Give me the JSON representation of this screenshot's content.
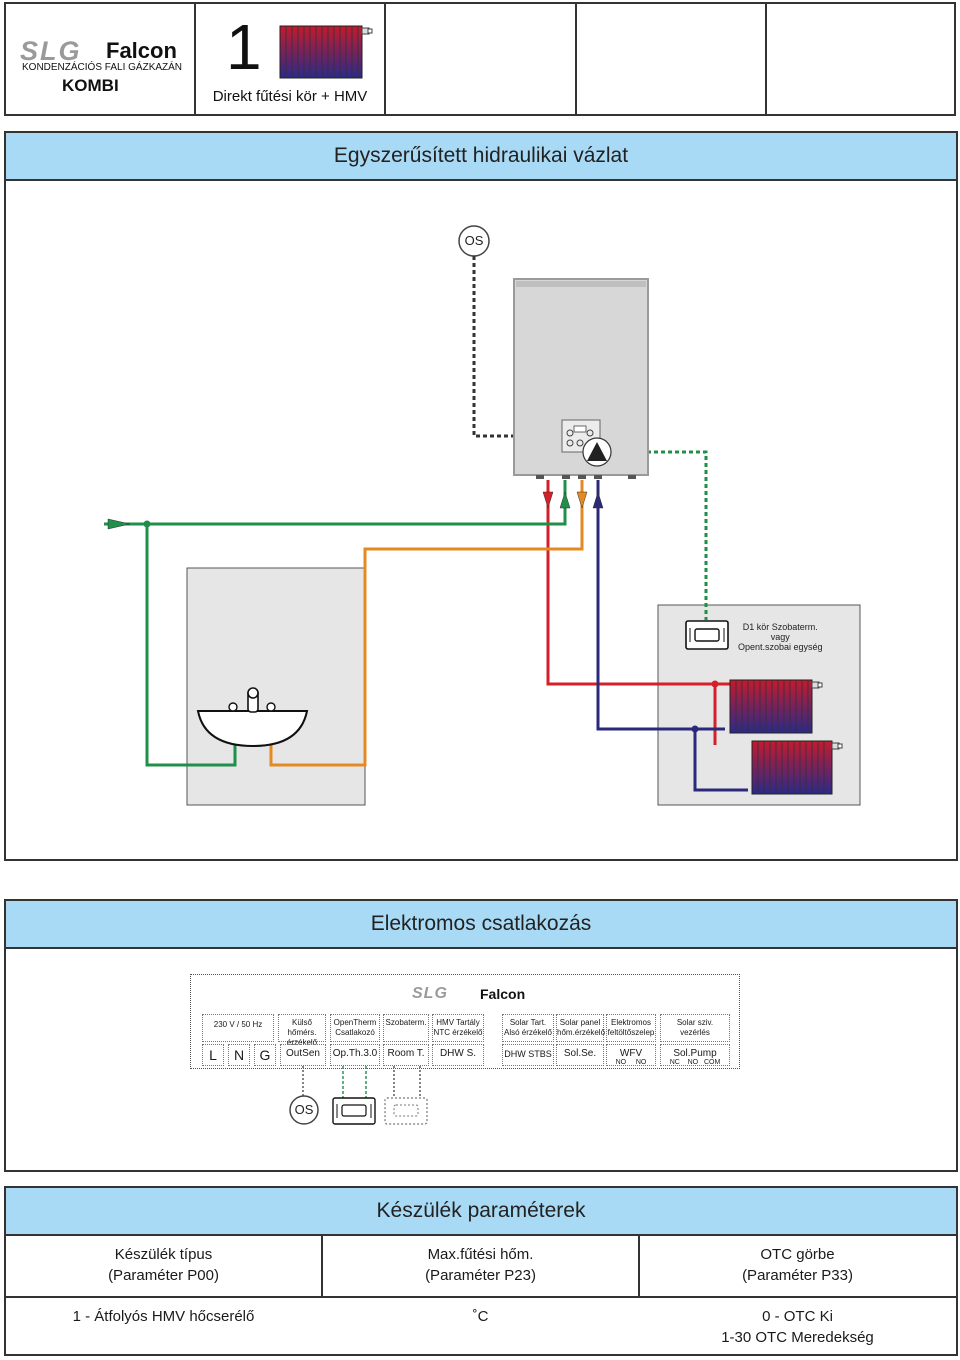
{
  "header": {
    "brand_prefix": "SLG",
    "brand_name": "Falcon",
    "subtitle_line1": "KONDENZÁCIÓS FALI GÁZKAZÁN",
    "subtitle_line2": "KOMBI",
    "scheme_number": "1",
    "scheme_title": "Direkt fűtési kör + HMV"
  },
  "hydraulic": {
    "title": "Egyszerűsített hidraulikai vázlat",
    "outdoor_sensor_label": "OS",
    "room_unit_line1": "D1 kör Szobaterm.",
    "room_unit_line2": "vagy",
    "room_unit_line3": "Opent.szobai egység"
  },
  "electrical": {
    "title": "Elektromos csatlakozás",
    "brand_prefix": "SLG",
    "brand_name": "Falcon",
    "top_labels": [
      {
        "line1": "230 V / 50 Hz",
        "line2": ""
      },
      {
        "line1": "Külső hőmérs.",
        "line2": "érzékelő"
      },
      {
        "line1": "OpenTherm",
        "line2": "Csatlakozó"
      },
      {
        "line1": "Szobaterm.",
        "line2": ""
      },
      {
        "line1": "HMV Tartály",
        "line2": "NTC érzékelő"
      },
      {
        "line1": "Solar Tart.",
        "line2": "Alsó érzékelő"
      },
      {
        "line1": "Solar panel",
        "line2": "hőm.érzékelő"
      },
      {
        "line1": "Elektromos",
        "line2": "feltöltőszelep"
      },
      {
        "line1": "Solar sziv.",
        "line2": "vezérlés"
      }
    ],
    "terminals": [
      "L",
      "N",
      "G",
      "OutSen",
      "Op.Th.3.0",
      "Room T.",
      "DHW S.",
      "DHW STBS",
      "Sol.Se.",
      "WFV",
      "Sol.Pump"
    ],
    "wfv_subs": [
      "NO",
      "NO"
    ],
    "solpump_subs": [
      "NC",
      "NO",
      "COM"
    ],
    "os_label": "OS"
  },
  "parameters": {
    "title": "Készülék paraméterek",
    "columns": [
      {
        "head1": "Készülék típus",
        "head2": "(Paraméter P00)",
        "val1": "1 - Átfolyós HMV hőcserélő",
        "val2": ""
      },
      {
        "head1": "Max.fűtési hőm.",
        "head2": "(Paraméter P23)",
        "val1": "˚C",
        "val2": ""
      },
      {
        "head1": "OTC görbe",
        "head2": "(Paraméter P33)",
        "val1": "0 - OTC Ki",
        "val2": "1-30 OTC Meredekség"
      }
    ]
  },
  "colors": {
    "banner": "#a9daf5",
    "supply_red": "#d4202a",
    "return_blue": "#2b2a7a",
    "cold_green": "#1f8f4a",
    "dhw_orange": "#e58a22",
    "panel_grey": "#e6e6e6"
  }
}
